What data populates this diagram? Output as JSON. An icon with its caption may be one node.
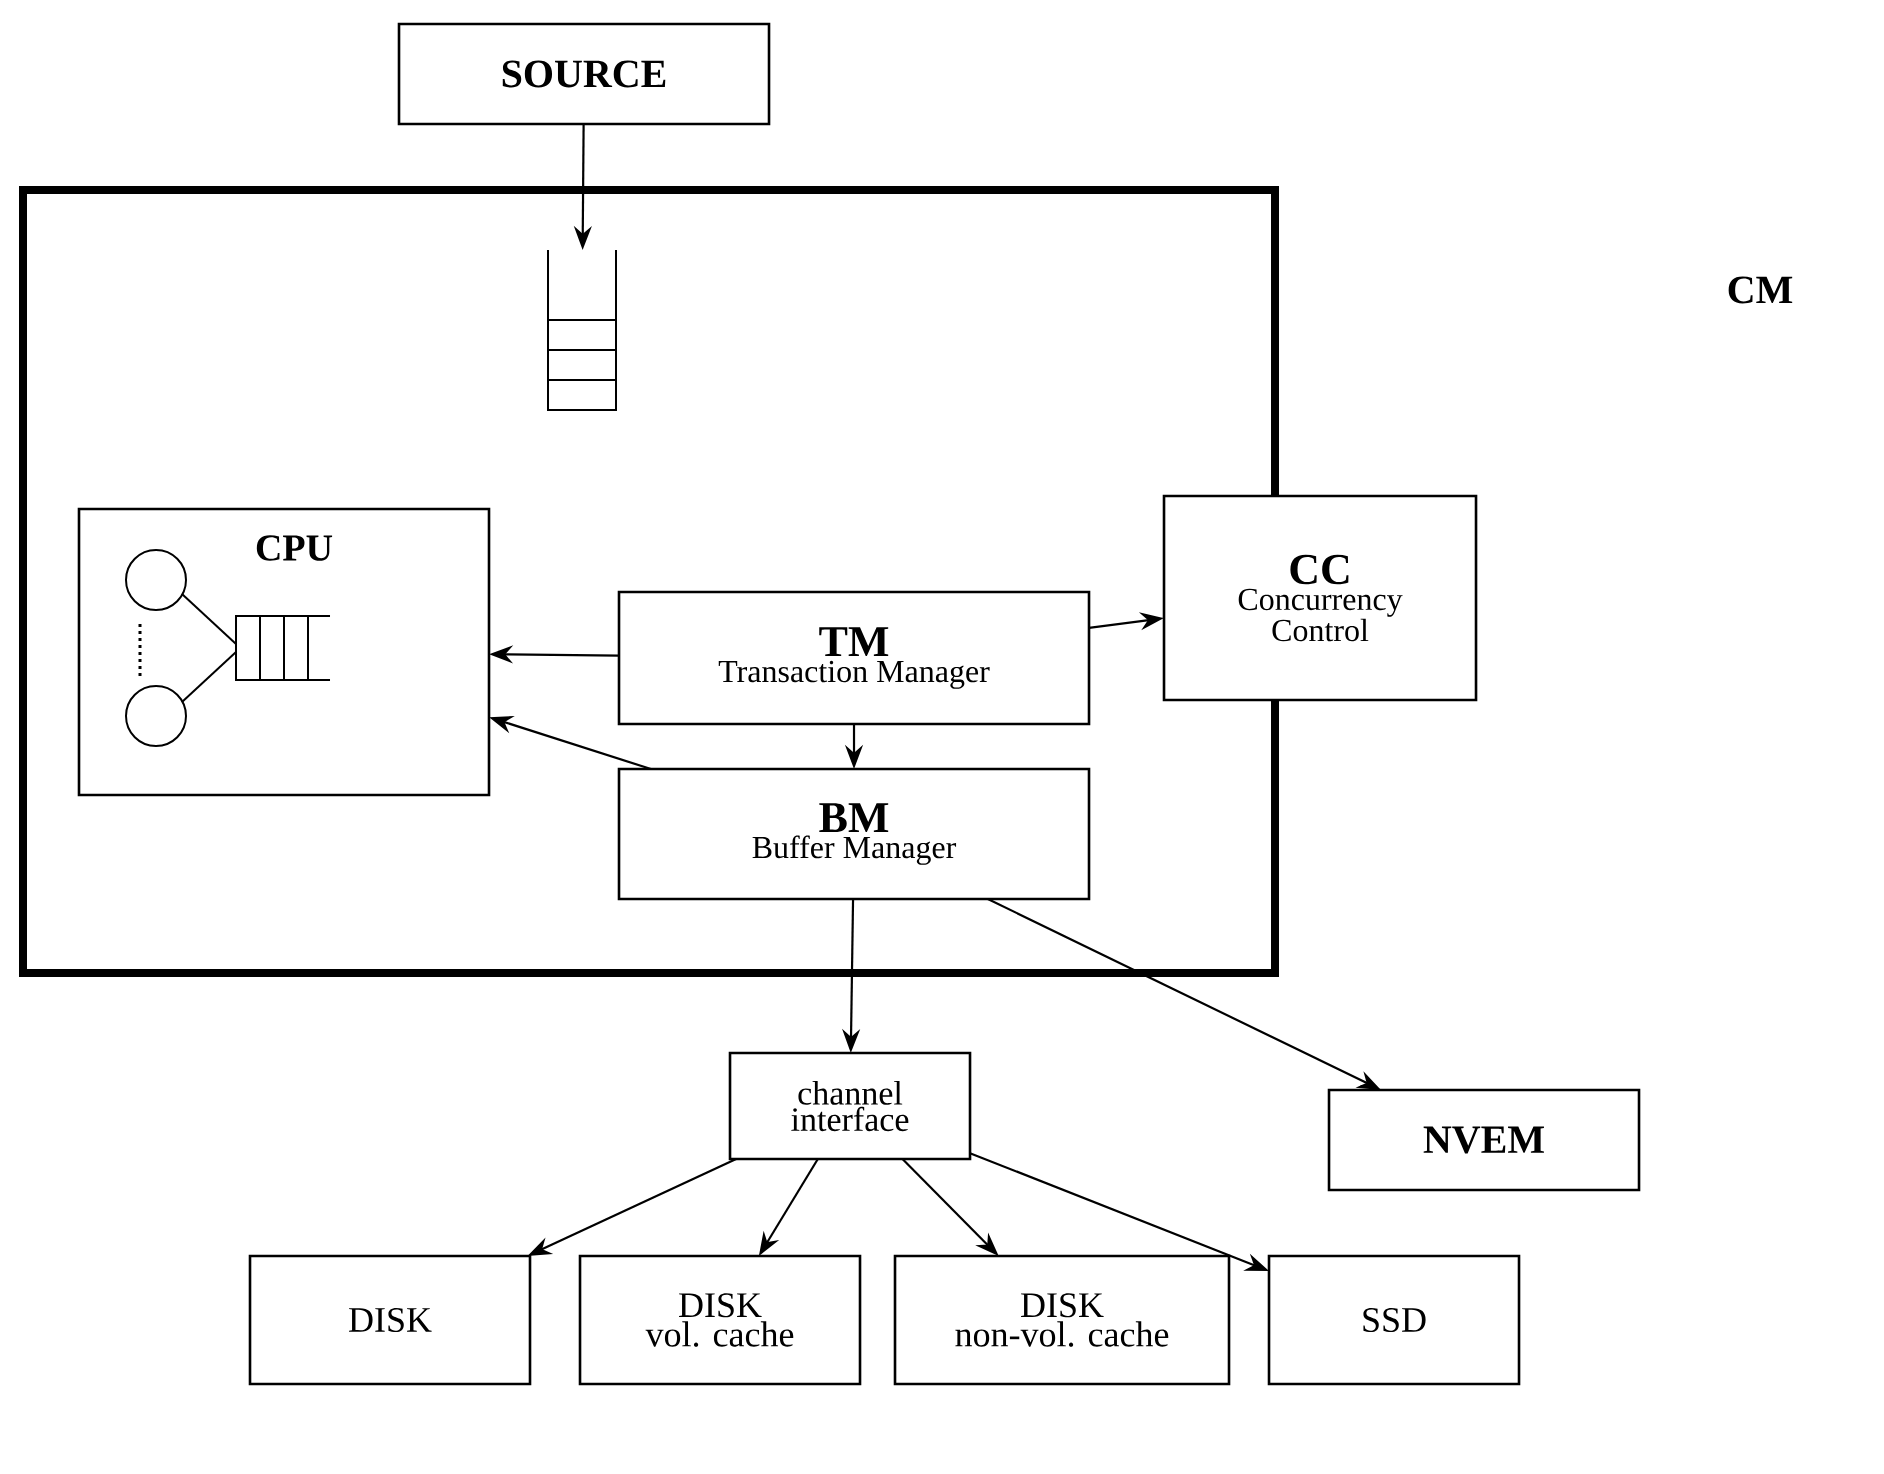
{
  "diagram": {
    "nodes": [
      {
        "text": [
          "SOURCE"
        ]
      },
      {
        "text": [],
        "shape": "box"
      },
      {
        "text": [],
        "shape": "queue",
        "in": 1
      },
      {
        "text": [
          "CPU"
        ],
        "in": 1
      },
      {
        "text": [
          "TM",
          "Transaction Manager"
        ],
        "in": 1
      },
      {
        "text": [
          "CC",
          "Concurrency Control"
        ]
      },
      {
        "text": [
          "BM",
          "Buffer Manager"
        ],
        "in": 1
      },
      {
        "text": [
          "channel interface"
        ]
      },
      {
        "text": [
          "NVEM"
        ]
      },
      {
        "text": [
          "DISK"
        ]
      },
      {
        "text": [
          "DISK",
          "vol. cache"
        ]
      },
      {
        "text": [
          "DISK",
          "non-vol. cache"
        ]
      },
      {
        "text": [
          "SSD"
        ]
      }
    ],
    "edges": [
      {
        "from": 0,
        "to": 2,
        "arrow": "to"
      },
      {
        "from": 4,
        "to": 3,
        "arrow": "to"
      },
      {
        "from": 4,
        "to": 5,
        "arrow": "to"
      },
      {
        "from": 4,
        "to": 6,
        "arrow": "to"
      },
      {
        "from": 6,
        "to": 3,
        "arrow": "to"
      },
      {
        "from": 6,
        "to": 7,
        "arrow": "to"
      },
      {
        "from": 6,
        "to": 8,
        "arrow": "to"
      },
      {
        "from": 7,
        "to": 9,
        "arrow": "to"
      },
      {
        "from": 7,
        "to": 10,
        "arrow": "to"
      },
      {
        "from": 7,
        "to": 11,
        "arrow": "to"
      },
      {
        "from": 7,
        "to": 12,
        "arrow": "to"
      }
    ],
    "labels": [
      "CM"
    ]
  }
}
